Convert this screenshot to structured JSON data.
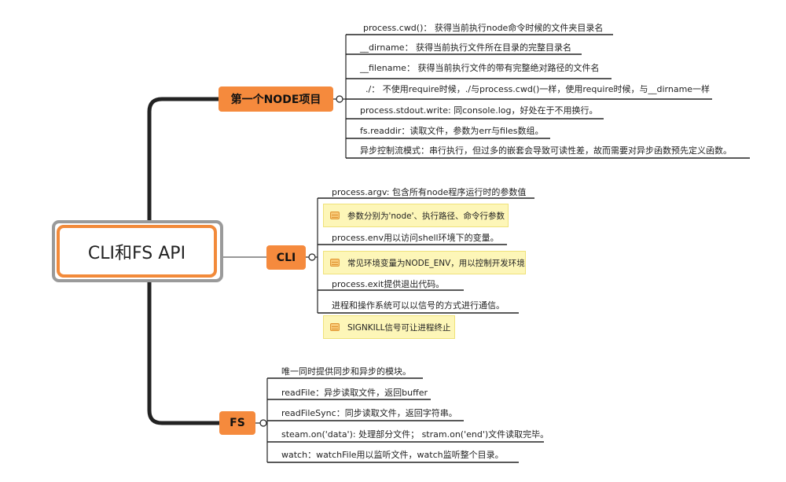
{
  "root": {
    "label": "CLI和FS API"
  },
  "branches": [
    {
      "label": "第一个NODE项目",
      "items": [
        "process.cwd()： 获得当前执行node命令时候的文件夹目录名",
        "__dirname： 获得当前执行文件所在目录的完整目录名",
        "__filename： 获得当前执行文件的带有完整绝对路径的文件名",
        "./： 不使用require时候，./与process.cwd()一样，使用require时候，与__dirname一样",
        "process.stdout.write: 同console.log，好处在于不用换行。",
        "fs.readdir：读取文件，参数为err与files数组。",
        "异步控制流模式：串行执行，但过多的嵌套会导致可读性差，故而需要对异步函数预先定义函数。"
      ]
    },
    {
      "label": "CLI",
      "items": [
        "process.argv: 包含所有node程序运行时的参数值",
        "process.env用以访问shell环境下的变量。",
        "process.exit提供退出代码。",
        "进程和操作系统可以以信号的方式进行通信。"
      ],
      "notes": [
        "参数分别为'node'、执行路径、命令行参数",
        "常见环境变量为NODE_ENV，用以控制开发环境",
        "SIGNKILL信号可让进程终止"
      ]
    },
    {
      "label": "FS",
      "items": [
        "唯一同时提供同步和异步的模块。",
        "readFile：异步读取文件，返回buffer",
        "readFileSync：同步读取文件，返回字符串。",
        "steam.on('data'): 处理部分文件； stram.on('end')文件读取完毕。",
        "watch：watchFile用以监听文件，watch监听整个目录。"
      ]
    }
  ],
  "colors": {
    "accent": "#f58a3d",
    "connector": "#222222",
    "note_bg": "#fdf6b8",
    "root_border": "#9a9a9a"
  }
}
